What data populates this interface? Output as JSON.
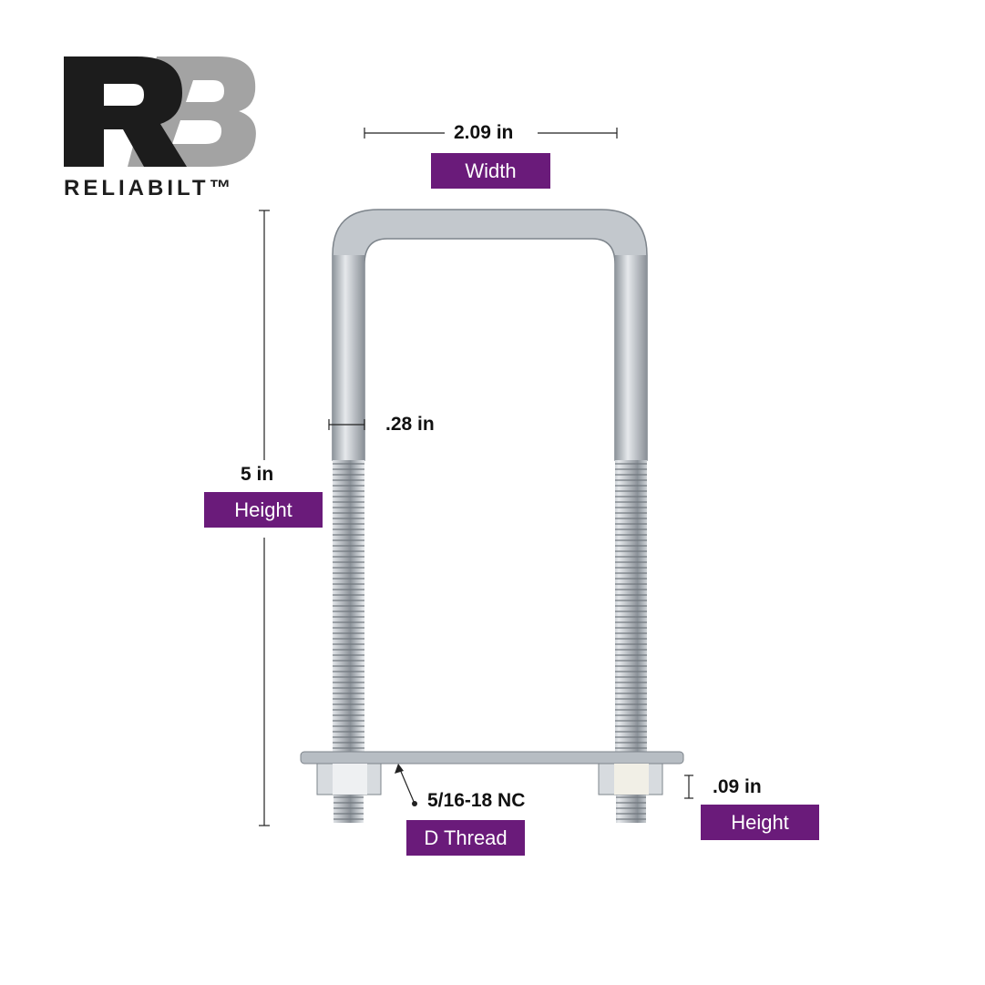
{
  "logo": {
    "letters": "RB",
    "wordmark": "RELIABILT™",
    "colors": {
      "r": "#1c1c1c",
      "b": "#a3a3a3"
    }
  },
  "dimensions": {
    "width": {
      "value": "2.09 in",
      "label": "Width"
    },
    "height": {
      "value": "5 in",
      "label": "Height"
    },
    "diameter": {
      "value": ".28 in"
    },
    "thread": {
      "value": "5/16-18 NC",
      "label": "D Thread"
    },
    "plate_height": {
      "value": ".09 in",
      "label": "Height"
    }
  },
  "colors": {
    "label_bg": "#6a1b7a",
    "steel": "#b9bfc6"
  }
}
